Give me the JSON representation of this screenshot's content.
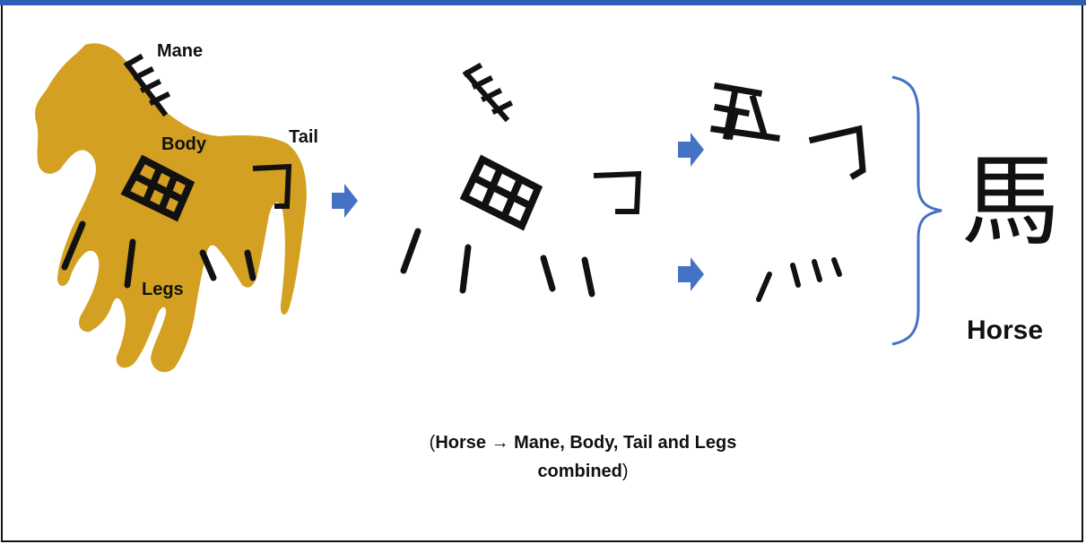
{
  "labels": {
    "mane": "Mane",
    "body": "Body",
    "tail": "Tail",
    "legs": "Legs",
    "result": "Horse"
  },
  "character": "馬",
  "caption": {
    "open_paren": "(",
    "bold_text": "Horse → Mane, Body, Tail and Legs combined",
    "close_paren": ")"
  },
  "colors": {
    "horse": "#d4a021",
    "arrow": "#4472c4",
    "brace": "#4472c4",
    "topbar": "#2f5fb5",
    "stroke": "#111111"
  },
  "icons": {
    "arrow": "blue-right-arrow-icon",
    "brace": "right-curly-brace-icon"
  }
}
